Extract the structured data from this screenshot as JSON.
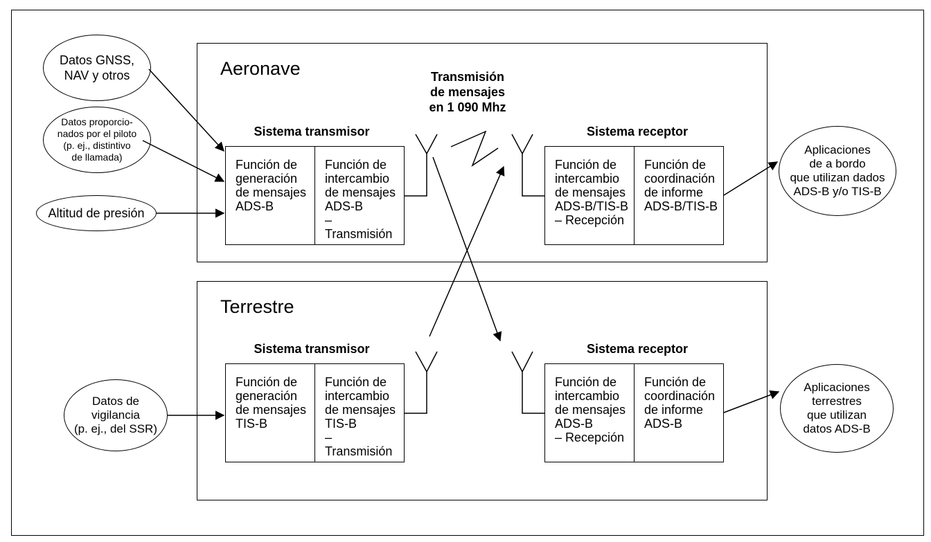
{
  "aircraft": {
    "title": "Aeronave",
    "transmitter_title": "Sistema transmisor",
    "receiver_title": "Sistema receptor",
    "tx_gen": "Función de\ngeneración\nde mensajes\nADS-B",
    "tx_exchange": "Función de\nintercambio\nde mensajes\nADS-B\n– Transmisión",
    "rx_exchange": "Función de\nintercambio\nde mensajes\nADS-B/TIS-B\n– Recepción",
    "rx_coord": "Función de\ncoordinación\nde informe\nADS-B/TIS-B"
  },
  "ground": {
    "title": "Terrestre",
    "transmitter_title": "Sistema transmisor",
    "receiver_title": "Sistema receptor",
    "tx_gen": "Función de\ngeneración\nde mensajes\nTIS-B",
    "tx_exchange": "Función de\nintercambio\nde mensajes\nTIS-B\n– Transmisión",
    "rx_exchange": "Función de\nintercambio\nde mensajes\nADS-B\n– Recepción",
    "rx_coord": "Función de\ncoordinación\nde informe\nADS-B"
  },
  "inputs": {
    "gnss": "Datos GNSS,\nNAV y otros",
    "pilot": "Datos proporcio-\nnados por el piloto\n(p. ej., distintivo\nde llamada)",
    "pressure": "Altitud de presión",
    "surveillance": "Datos de\nvigilancia\n(p. ej., del SSR)"
  },
  "outputs": {
    "onboard": "Aplicaciones\nde a bordo\nque utilizan dados\nADS-B y/o TIS-B",
    "ground": "Aplicaciones\nterrestres\nque utilizan\ndatos ADS-B"
  },
  "transmission_label": "Transmisión\nde mensajes\nen 1 090 Mhz"
}
